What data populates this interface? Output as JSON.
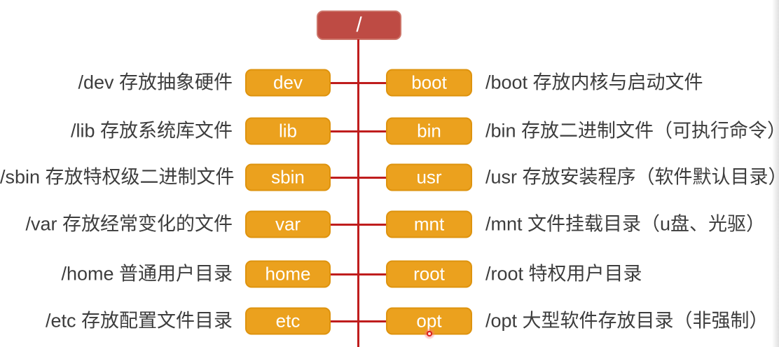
{
  "colors": {
    "node_fill": "#EBA11E",
    "node_border": "#DE930E",
    "root_fill": "#BE4B44",
    "root_border": "#CC7469",
    "line_red": "#BF1D1D",
    "node_label_text": "#FFFFFF",
    "description_text": "#3D3D3D"
  },
  "tree": {
    "root_label": "/",
    "rows": [
      {
        "left": {
          "name": "dev",
          "desc": "/dev 存放抽象硬件"
        },
        "right": {
          "name": "boot",
          "desc": "/boot 存放内核与启动文件"
        }
      },
      {
        "left": {
          "name": "lib",
          "desc": "/lib 存放系统库文件"
        },
        "right": {
          "name": "bin",
          "desc": "/bin 存放二进制文件（可执行命令）"
        }
      },
      {
        "left": {
          "name": "sbin",
          "desc": "/sbin 存放特权级二进制文件"
        },
        "right": {
          "name": "usr",
          "desc": "/usr 存放安装程序（软件默认目录）"
        }
      },
      {
        "left": {
          "name": "var",
          "desc": "/var 存放经常变化的文件"
        },
        "right": {
          "name": "mnt",
          "desc": "/mnt 文件挂载目录（u盘、光驱）"
        }
      },
      {
        "left": {
          "name": "home",
          "desc": "/home 普通用户目录"
        },
        "right": {
          "name": "root",
          "desc": "/root 特权用户目录"
        }
      },
      {
        "left": {
          "name": "etc",
          "desc": "/etc 存放配置文件目录"
        },
        "right": {
          "name": "opt",
          "desc": "/opt 大型软件存放目录（非强制）"
        }
      }
    ]
  }
}
